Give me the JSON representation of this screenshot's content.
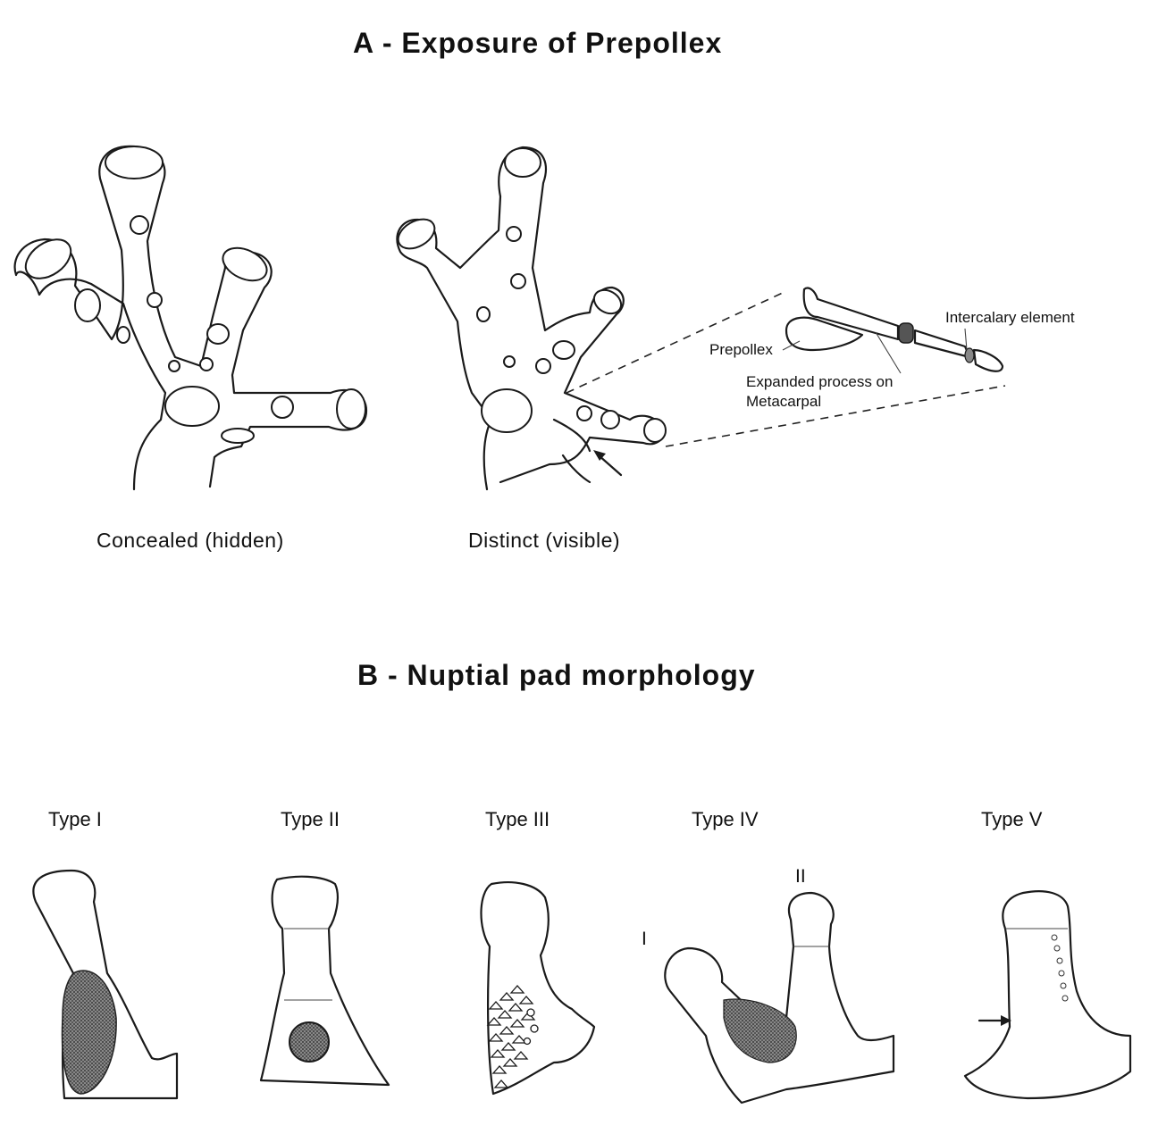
{
  "section_a": {
    "title": "A - Exposure of Prepollex",
    "caption_left": "Concealed (hidden)",
    "caption_right": "Distinct (visible)",
    "inset_labels": {
      "prepollex": "Prepollex",
      "expanded_process_line1": "Expanded process on",
      "expanded_process_line2": "Metacarpal",
      "intercalary": "Intercalary element"
    }
  },
  "section_b": {
    "title": "B - Nuptial pad morphology",
    "types": [
      "Type I",
      "Type II",
      "Type III",
      "Type IV",
      "Type V"
    ],
    "digit_labels": {
      "digit_one": "I",
      "digit_two": "II"
    }
  }
}
